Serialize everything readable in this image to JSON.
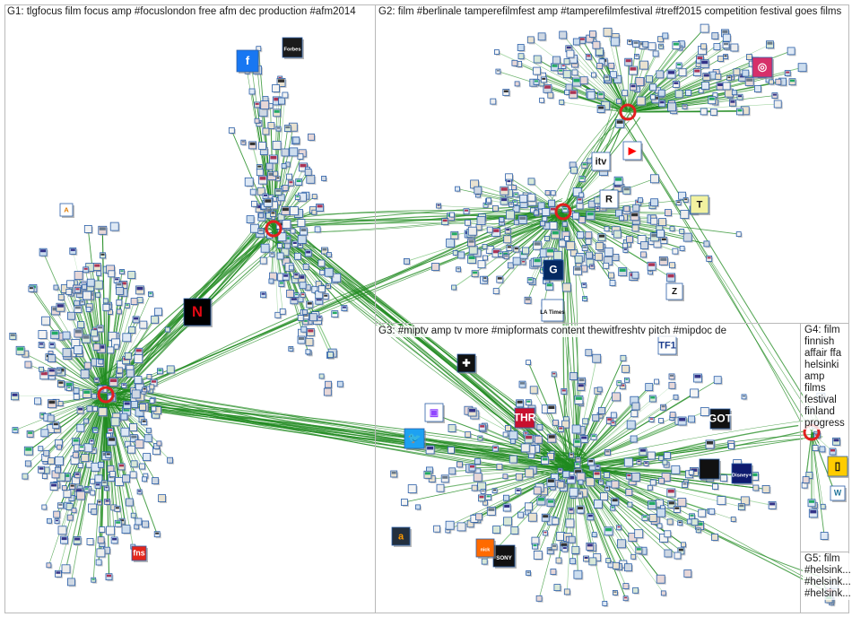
{
  "groups": [
    {
      "id": "G1",
      "label": "G1: tlgfocus film focus amp #focuslondon free afm dec production #afm2014"
    },
    {
      "id": "G2",
      "label": "G2: film #berlinale tamperefilmfest amp #tamperefilmfestival #treff2015 competition festival goes films"
    },
    {
      "id": "G3",
      "label": "G3: #miptv amp tv more #mipformats content thewitfreshtv pitch #mipdoc de"
    },
    {
      "id": "G4",
      "label": "G4: film finnish affair ffa helsinki amp films festival finland progress"
    },
    {
      "id": "G5",
      "lines": [
        "G5: film",
        "#helsink...",
        "#helsink...",
        "#helsink..."
      ]
    }
  ],
  "colors": {
    "edge": "#1f8a1f",
    "edge_light": "#7cc47c",
    "node_border": "#2b5fa8",
    "panel_border": "#b9b9b9"
  },
  "logos": [
    {
      "icon": "netflix-icon",
      "text": "N",
      "bg": "#000000",
      "fg": "#e50914"
    },
    {
      "icon": "facebook-icon",
      "text": "f",
      "bg": "#1877f2",
      "fg": "#ffffff"
    },
    {
      "icon": "forbes-icon",
      "text": "Forbes",
      "bg": "#1b1b1b",
      "fg": "#ffffff"
    },
    {
      "icon": "instagram-icon",
      "text": "◎",
      "bg": "#d6306a",
      "fg": "#ffffff"
    },
    {
      "icon": "youtube-icon",
      "text": "▶",
      "bg": "#ffffff",
      "fg": "#ff0000"
    },
    {
      "icon": "guardian-icon",
      "text": "G",
      "bg": "#052962",
      "fg": "#ffffff"
    },
    {
      "icon": "latimes-icon",
      "text": "LA Times",
      "bg": "#ffffff",
      "fg": "#111111"
    },
    {
      "icon": "r-icon",
      "text": "R",
      "bg": "#ffffff",
      "fg": "#111111"
    },
    {
      "icon": "nyt-icon",
      "text": "T",
      "bg": "#f2f2a0",
      "fg": "#111111"
    },
    {
      "icon": "twitter-icon",
      "text": "🐦",
      "bg": "#1da1f2",
      "fg": "#ffffff"
    },
    {
      "icon": "twitch-icon",
      "text": "▣",
      "bg": "#ffffff",
      "fg": "#9146ff"
    },
    {
      "icon": "thr-icon",
      "text": "THR",
      "bg": "#c8102e",
      "fg": "#ffffff"
    },
    {
      "icon": "tf1-icon",
      "text": "TF1",
      "bg": "#ffffff",
      "fg": "#1a3c8c"
    },
    {
      "icon": "apple-icon",
      "text": "",
      "bg": "#111111",
      "fg": "#ffffff"
    },
    {
      "icon": "disney-icon",
      "text": "Disney+",
      "bg": "#0e1a6e",
      "fg": "#ffffff"
    },
    {
      "icon": "natgeo-icon",
      "text": "▯",
      "bg": "#ffcc00",
      "fg": "#111111"
    },
    {
      "icon": "sony-icon",
      "text": "SONY",
      "bg": "#111111",
      "fg": "#ffffff"
    },
    {
      "icon": "nick-icon",
      "text": "nick",
      "bg": "#ff6a00",
      "fg": "#ffffff"
    },
    {
      "icon": "got-icon",
      "text": "GOT",
      "bg": "#111111",
      "fg": "#ffffff"
    },
    {
      "icon": "fns-icon",
      "text": "fns",
      "bg": "#e3261b",
      "fg": "#ffffff"
    },
    {
      "icon": "ap-icon",
      "text": "A",
      "bg": "#ffffff",
      "fg": "#e07b00"
    },
    {
      "icon": "itv-icon",
      "text": "itv",
      "bg": "#ffffff",
      "fg": "#1a1a1a"
    },
    {
      "icon": "wordpress-icon",
      "text": "W",
      "bg": "#ffffff",
      "fg": "#21759b"
    },
    {
      "icon": "z-icon",
      "text": "Z",
      "bg": "#ffffff",
      "fg": "#111111"
    },
    {
      "icon": "spanish-icon",
      "text": "✚",
      "bg": "#111111",
      "fg": "#ffffff"
    },
    {
      "icon": "amazon-icon",
      "text": "a",
      "bg": "#232f3e",
      "fg": "#ff9900"
    }
  ]
}
